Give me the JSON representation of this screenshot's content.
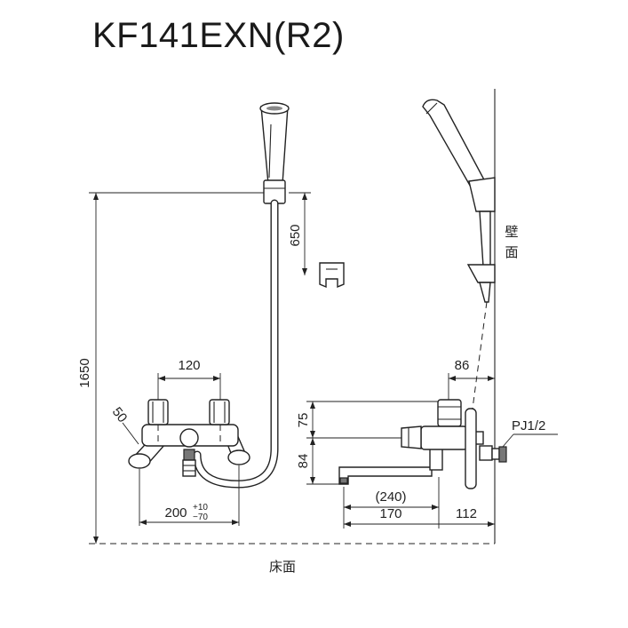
{
  "title": "KF141EXN(R2)",
  "labels": {
    "wall": "壁面",
    "floor": "床面",
    "pj": "PJ1/2"
  },
  "dimensions": {
    "height_total": "1650",
    "holder_height": "650",
    "handle_spacing": "120",
    "angle_offset": "50",
    "pipe_spacing": "200",
    "pipe_spacing_tol_plus": "+10",
    "pipe_spacing_tol_minus": "−70",
    "body_depth": "86",
    "handle_height": "75",
    "spout_height": "84",
    "spout_length_max": "(240)",
    "spout_length": "170",
    "wall_offset": "112"
  }
}
